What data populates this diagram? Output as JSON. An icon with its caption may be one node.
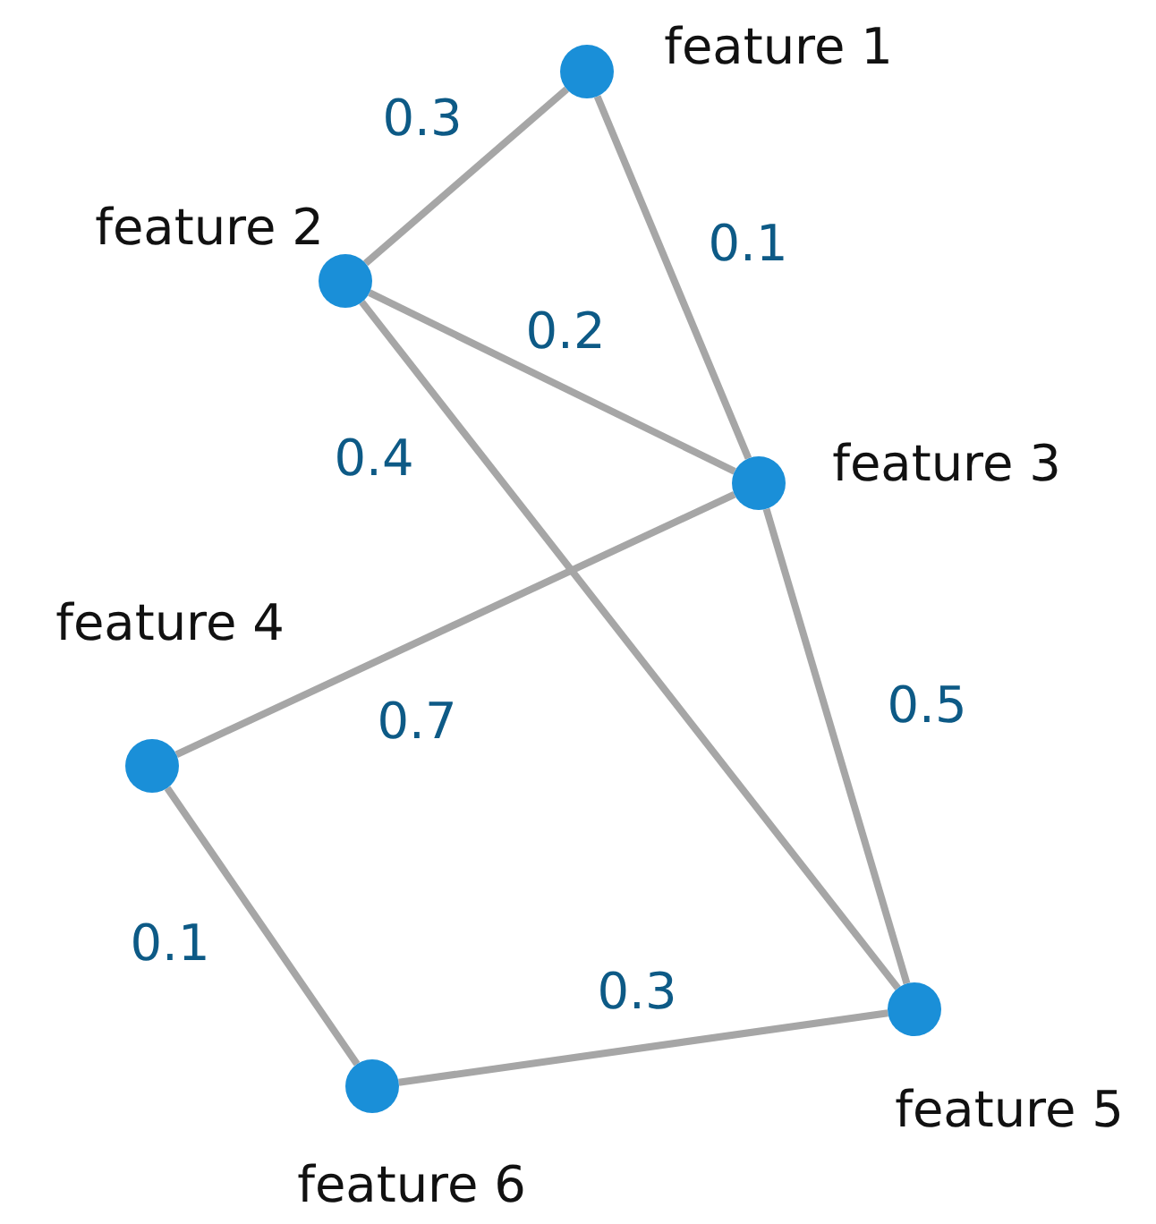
{
  "diagram": {
    "nodes": [
      {
        "text": [],
        "shape": "circle",
        "beside": [
          "feature 1"
        ]
      },
      {
        "text": [],
        "shape": "circle",
        "beside": [
          "feature 2"
        ]
      },
      {
        "text": [],
        "shape": "circle",
        "beside": [
          "feature 3"
        ]
      },
      {
        "text": [],
        "shape": "circle",
        "beside": [
          "feature 4"
        ]
      },
      {
        "text": [],
        "shape": "circle",
        "beside": [
          "feature 5"
        ]
      },
      {
        "text": [],
        "shape": "circle",
        "beside": [
          "feature 6"
        ]
      }
    ],
    "edges": [
      {
        "from": 1,
        "to": 0,
        "arrow": "none",
        "label": "0.3"
      },
      {
        "from": 0,
        "to": 2,
        "arrow": "none",
        "label": "0.1"
      },
      {
        "from": 1,
        "to": 2,
        "arrow": "none",
        "label": "0.2"
      },
      {
        "from": 1,
        "to": 4,
        "arrow": "none",
        "label": "0.4"
      },
      {
        "from": 2,
        "to": 3,
        "arrow": "none",
        "label": "0.7"
      },
      {
        "from": 2,
        "to": 4,
        "arrow": "none",
        "label": "0.5"
      },
      {
        "from": 3,
        "to": 5,
        "arrow": "none",
        "label": "0.1"
      },
      {
        "from": 5,
        "to": 4,
        "arrow": "none",
        "label": "0.3"
      }
    ]
  }
}
